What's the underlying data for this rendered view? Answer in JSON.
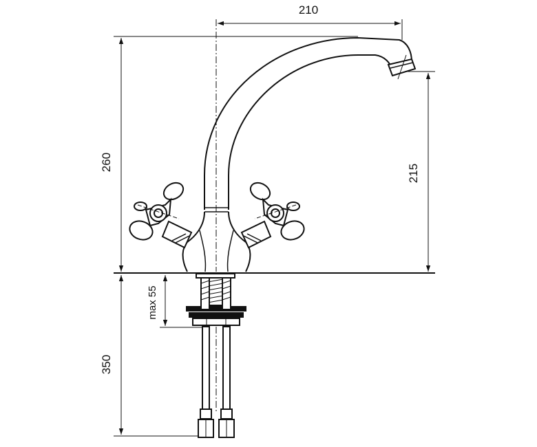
{
  "dimensions": {
    "spout_reach": "210",
    "total_height": "260",
    "spout_height": "215",
    "max_deck_thickness": "max 55",
    "hose_length": "350"
  },
  "colors": {
    "line": "#111111",
    "background": "#ffffff"
  }
}
